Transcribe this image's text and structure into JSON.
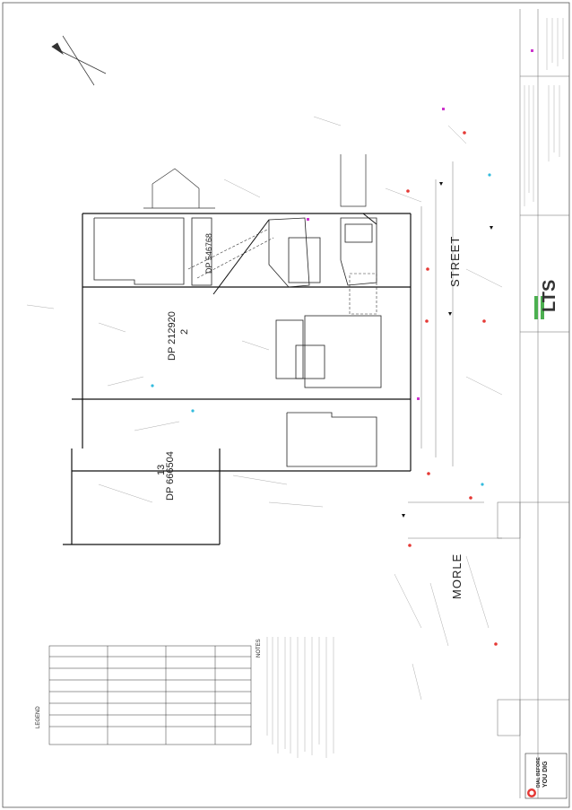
{
  "plan": {
    "lots": [
      {
        "number": "2",
        "plan": "DP 212920"
      },
      {
        "number": "13",
        "plan": "DP 666504"
      }
    ],
    "dp_label": "DP 546768",
    "street_name_1": "STREET",
    "street_name_2": "MORLE"
  },
  "titleblock": {
    "company": "LTS",
    "dial_before_you_dig_1": "DIAL BEFORE",
    "dial_before_you_dig_2": "YOU DIG",
    "legend_title": "LEGEND",
    "notes_title": "NOTES"
  },
  "colors": {
    "ink": "#333333",
    "brand_green": "#4caf50",
    "red_marker": "#e53935",
    "magenta": "#cc33cc",
    "cyan": "#33bbdd"
  }
}
